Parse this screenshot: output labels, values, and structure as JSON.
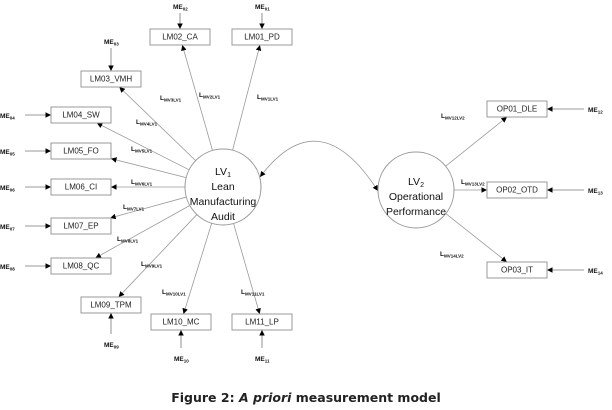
{
  "figure": {
    "caption_prefix": "Figure 2:",
    "caption_italic": "A priori",
    "caption_suffix": "measurement model"
  },
  "latent_variables": [
    {
      "id": "LV1",
      "label_main": "LV",
      "label_sub": "1",
      "lines": [
        "Lean",
        "Manufacturing",
        "Audit"
      ]
    },
    {
      "id": "LV2",
      "label_main": "LV",
      "label_sub": "2",
      "lines": [
        "Operational",
        "Performance"
      ]
    }
  ],
  "correlation": {
    "from": "LV1",
    "to": "LV2",
    "bidirectional": true
  },
  "indicators": [
    {
      "id": "LM01",
      "label": "LM01_PD",
      "latent": "LV1",
      "loading_main": "L",
      "loading_sub": "MV1LV1",
      "error_main": "ME",
      "error_sub": "01"
    },
    {
      "id": "LM02",
      "label": "LM02_CA",
      "latent": "LV1",
      "loading_main": "L",
      "loading_sub": "MV2LV1",
      "error_main": "ME",
      "error_sub": "02"
    },
    {
      "id": "LM03",
      "label": "LM03_VMH",
      "latent": "LV1",
      "loading_main": "L",
      "loading_sub": "MV3LV1",
      "error_main": "ME",
      "error_sub": "03"
    },
    {
      "id": "LM04",
      "label": "LM04_SW",
      "latent": "LV1",
      "loading_main": "L",
      "loading_sub": "MV4LV1",
      "error_main": "ME",
      "error_sub": "04"
    },
    {
      "id": "LM05",
      "label": "LM05_FO",
      "latent": "LV1",
      "loading_main": "L",
      "loading_sub": "MV5LV1",
      "error_main": "ME",
      "error_sub": "05"
    },
    {
      "id": "LM06",
      "label": "LM06_CI",
      "latent": "LV1",
      "loading_main": "L",
      "loading_sub": "MV6LV1",
      "error_main": "ME",
      "error_sub": "06"
    },
    {
      "id": "LM07",
      "label": "LM07_EP",
      "latent": "LV1",
      "loading_main": "L",
      "loading_sub": "MV7LV1",
      "error_main": "ME",
      "error_sub": "07"
    },
    {
      "id": "LM08",
      "label": "LM08_QC",
      "latent": "LV1",
      "loading_main": "L",
      "loading_sub": "MV8LV1",
      "error_main": "ME",
      "error_sub": "08"
    },
    {
      "id": "LM09",
      "label": "LM09_TPM",
      "latent": "LV1",
      "loading_main": "L",
      "loading_sub": "MV9LV1",
      "error_main": "ME",
      "error_sub": "09"
    },
    {
      "id": "LM10",
      "label": "LM10_MC",
      "latent": "LV1",
      "loading_main": "L",
      "loading_sub": "MV10LV1",
      "error_main": "ME",
      "error_sub": "10"
    },
    {
      "id": "LM11",
      "label": "LM11_LP",
      "latent": "LV1",
      "loading_main": "L",
      "loading_sub": "MV11LV1",
      "error_main": "ME",
      "error_sub": "11"
    },
    {
      "id": "OP01",
      "label": "OP01_DLE",
      "latent": "LV2",
      "loading_main": "L",
      "loading_sub": "MV12LV2",
      "error_main": "ME",
      "error_sub": "12"
    },
    {
      "id": "OP02",
      "label": "OP02_OTD",
      "latent": "LV2",
      "loading_main": "L",
      "loading_sub": "MV13LV2",
      "error_main": "ME",
      "error_sub": "13"
    },
    {
      "id": "OP03",
      "label": "OP03_IT",
      "latent": "LV2",
      "loading_main": "L",
      "loading_sub": "MV14LV2",
      "error_main": "ME",
      "error_sub": "14"
    }
  ]
}
